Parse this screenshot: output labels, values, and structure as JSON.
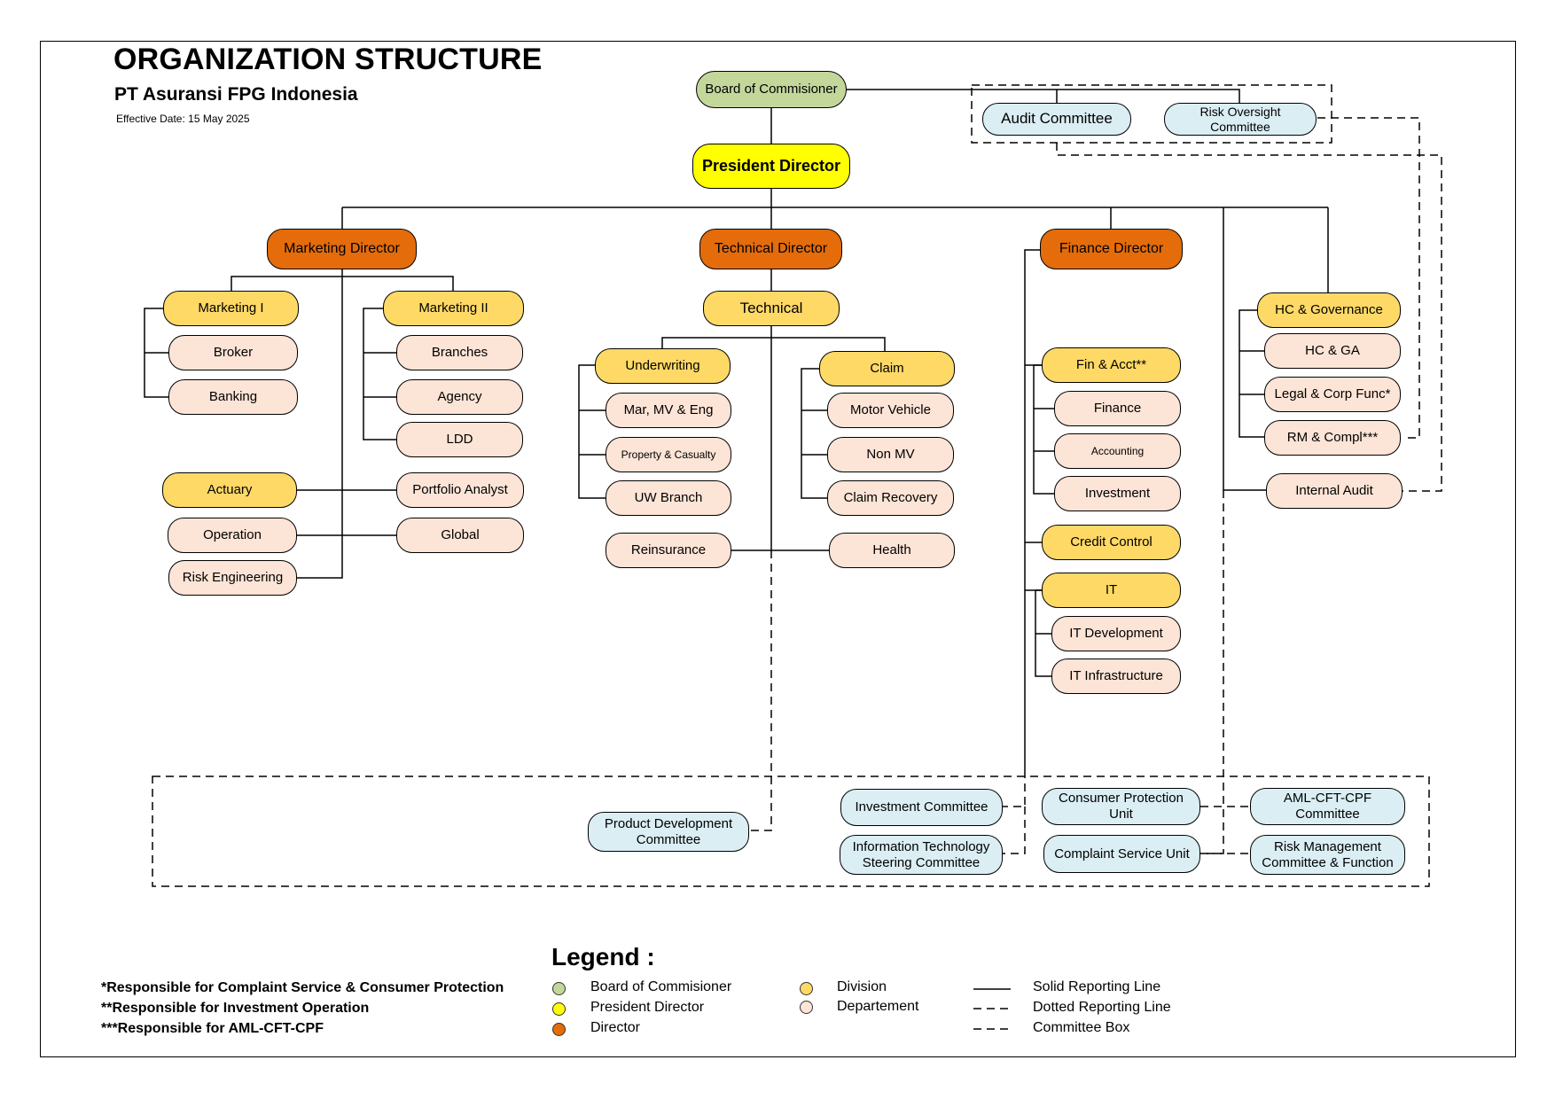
{
  "header": {
    "title": "ORGANIZATION STRUCTURE",
    "company": "PT Asuransi FPG Indonesia",
    "effective_date": "Effective Date: 15 May 2025"
  },
  "colors": {
    "board": "#c4d79b",
    "president": "#ffff00",
    "director": "#e46c0a",
    "division": "#ffd966",
    "department": "#fce4d6",
    "committee": "#daeef3"
  },
  "nodes": {
    "board": "Board of Commisioner",
    "audit_committee": "Audit Committee",
    "risk_oversight": "Risk Oversight Committee",
    "president": "President Director",
    "marketing_director": "Marketing Director",
    "technical_director": "Technical Director",
    "finance_director": "Finance Director",
    "marketing_1": "Marketing I",
    "broker": "Broker",
    "banking": "Banking",
    "marketing_2": "Marketing II",
    "branches": "Branches",
    "agency": "Agency",
    "ldd": "LDD",
    "actuary": "Actuary",
    "portfolio_analyst": "Portfolio Analyst",
    "operation": "Operation",
    "global": "Global",
    "risk_engineering": "Risk Engineering",
    "technical": "Technical",
    "underwriting": "Underwriting",
    "mar_mv_eng": "Mar, MV  & Eng",
    "property_casualty": "Property & Casualty",
    "uw_branch": "UW Branch",
    "claim": "Claim",
    "motor_vehicle": "Motor Vehicle",
    "non_mv": "Non MV",
    "claim_recovery": "Claim Recovery",
    "reinsurance": "Reinsurance",
    "health": "Health",
    "fin_acct": "Fin & Acct**",
    "finance": "Finance",
    "accounting": "Accounting",
    "investment": "Investment",
    "credit_control": "Credit Control",
    "it": "IT",
    "it_development": "IT Development",
    "it_infrastructure": "IT Infrastructure",
    "hc_governance": "HC & Governance",
    "hc_ga": "HC & GA",
    "legal_corp": "Legal & Corp Func*",
    "rm_compl": "RM & Compl***",
    "internal_audit": "Internal Audit",
    "product_dev": "Product Development Committee",
    "investment_committee": "Investment Committee",
    "it_steering": "Information Technology Steering Committee",
    "consumer_protection": "Consumer Protection Unit",
    "complaint_service": "Complaint Service Unit",
    "aml_committee": "AML-CFT-CPF Committee",
    "risk_mgmt_committee": "Risk Management Committee & Function"
  },
  "legend": {
    "title": "Legend :",
    "notes": [
      "*Responsible for Complaint Service & Consumer Protection",
      "**Responsible for Investment Operation",
      "***Responsible for AML-CFT-CPF"
    ],
    "board": "Board of Commisioner",
    "president": "President Director",
    "director": "Director",
    "division": "Division",
    "department": "Departement",
    "solid_line": "Solid Reporting Line",
    "dotted_line": "Dotted Reporting Line",
    "committee_box": "Committee Box"
  }
}
